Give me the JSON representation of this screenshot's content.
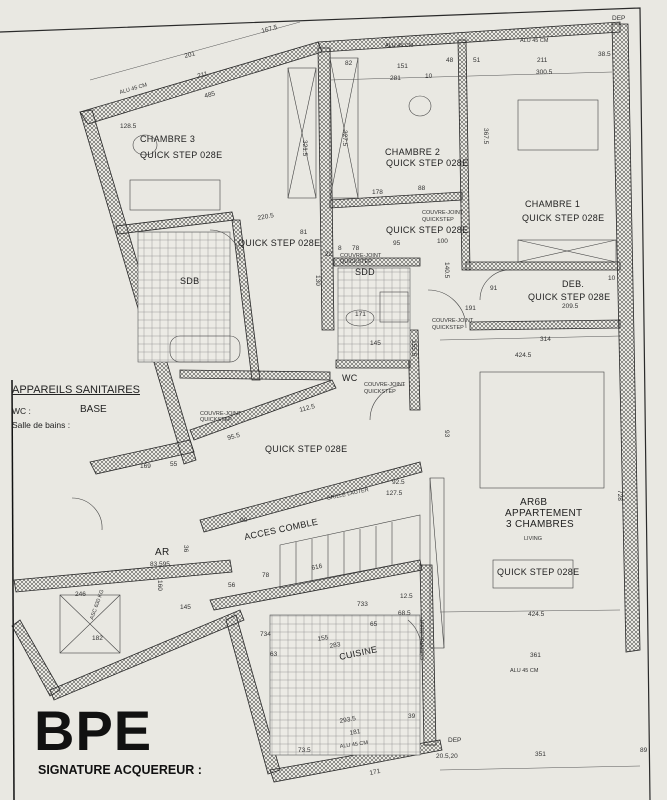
{
  "title_block": {
    "logo": "BPE",
    "signature_label": "SIGNATURE ACQUEREUR :"
  },
  "legend": {
    "title": "APPAREILS SANITAIRES",
    "wc_label": "WC :",
    "wc_value": "BASE",
    "bath_label": "Salle de bains :"
  },
  "apartment": {
    "code": "AR6B",
    "type": "APPARTEMENT",
    "rooms_count": "3 CHAMBRES",
    "living": "LIVING"
  },
  "floor_finish": "QUICK STEP 028E",
  "rooms": {
    "chambre3": "CHAMBRE 3",
    "chambre2": "CHAMBRE 2",
    "chambre1": "CHAMBRE 1",
    "sdb": "SDB",
    "sdd": "SDD",
    "wc": "WC",
    "deb": "DEB.",
    "acces_comble": "ACCES COMBLE",
    "grille": "GRILLE LAUTER",
    "ar": "AR",
    "ar_level": "83.595",
    "cuisine": "CUISINE"
  },
  "annotations": {
    "couvre_joint": "COUVRE-JOINT",
    "quickstep": "QUICKSTEP",
    "window": "ALU 45 CM",
    "dep": "DEP",
    "asc": "ASC 630 KG"
  },
  "dimensions": [
    "167.5",
    "201",
    "211",
    "485",
    "128.5",
    "82",
    "281",
    "151",
    "48",
    "51",
    "211",
    "300.5",
    "38.5",
    "10",
    "321.5",
    "327.5",
    "367.5",
    "178",
    "88",
    "220.5",
    "81",
    "95",
    "100",
    "22",
    "8",
    "78",
    "91",
    "191",
    "209.5",
    "10",
    "424.5",
    "314",
    "140.5",
    "145",
    "171",
    "130",
    "155.5",
    "112.5",
    "95.5",
    "169",
    "55",
    "92.5",
    "127.5",
    "90",
    "616",
    "78",
    "56",
    "145",
    "246",
    "182",
    "160",
    "36",
    "733",
    "734",
    "155",
    "283",
    "65",
    "63",
    "68.5",
    "424.5",
    "361",
    "293.5",
    "181",
    "39",
    "73.5",
    "171",
    "351",
    "89",
    "20.5,20",
    "12.5",
    "93",
    "728"
  ]
}
